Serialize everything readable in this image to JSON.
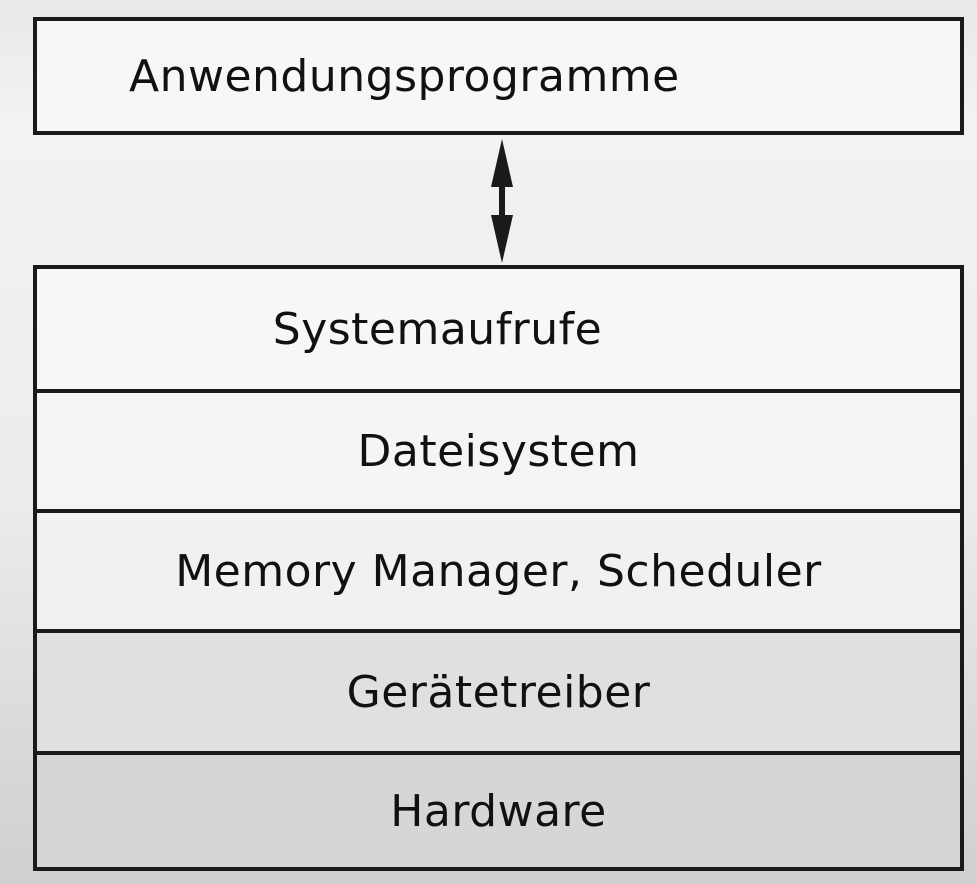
{
  "diagram": {
    "top_box": {
      "label": "Anwendungsprogramme"
    },
    "layers": [
      {
        "label": "Systemaufrufe",
        "fill": "#f7f7f7"
      },
      {
        "label": "Dateisystem",
        "fill": "#f5f5f5"
      },
      {
        "label": "Memory Manager, Scheduler",
        "fill": "#f1f1f1"
      },
      {
        "label": "Gerätetreiber",
        "fill": "#e0e0e0"
      },
      {
        "label": "Hardware",
        "fill": "#d6d6d6"
      }
    ],
    "connector": {
      "icon": "double-headed-arrow-icon"
    },
    "colors": {
      "stroke": "#1a1a1a",
      "text": "#111111"
    }
  }
}
